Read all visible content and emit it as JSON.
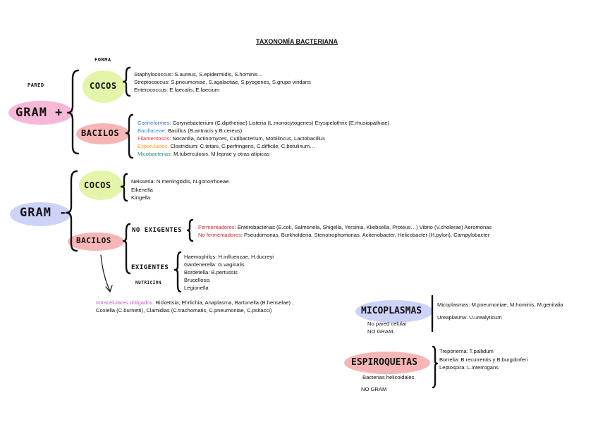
{
  "title": "TAXONOMÍA BACTERIANA",
  "labels": {
    "forma": "FORMA",
    "pared": "PARED",
    "nutricion": "NUTRICIÓN"
  },
  "gram_pos": {
    "label": "GRAM +",
    "cocos": {
      "label": "COCOS",
      "lines": [
        "Staphylococcus: S.aureus, S.epidermidis, S.hominis…",
        "Streptococcus: S.pneumoniae, S.agalactiae, S.pyogenes, S.grupo viridans",
        "Enterococcus: E.faecalis, E.faecium"
      ]
    },
    "bacilos": {
      "label": "BACILOS",
      "groups": [
        {
          "name": "Corineformes:",
          "color": "#3a72c4",
          "text": "Corynebacterium (C.diptheriae) Listeria (L.monocytogenes)  Erysipelothrix (E.rhusiopathiae)"
        },
        {
          "name": "Bacillaceae:",
          "color": "#3a8fd6",
          "text": "Bacillus (B.antracis y B.cereus)"
        },
        {
          "name": "Filamentosos:",
          "color": "#e0343d",
          "text": "Nocardia, Actinomyces, Cutibacterium, Mobilincus, Lactobacillus"
        },
        {
          "name": "Esporulados:",
          "color": "#f0a030",
          "text": "Clostridium: C.tetani, C.perfringens, C.difficile, C.botulinum…"
        },
        {
          "name": "Micobacterias:",
          "color": "#2d8f6a",
          "text": "M.tuberculosis, M.leprae y otras atípicas"
        }
      ]
    }
  },
  "gram_neg": {
    "label": "GRAM -",
    "cocos": {
      "label": "COCOS",
      "lines": [
        "Neisseria: N.meningitidis, N.gonorrhoeae",
        "Eikenella",
        "Kingella"
      ]
    },
    "bacilos": {
      "label": "BACILOS",
      "no_exigentes": {
        "label": "NO EXIGENTES",
        "groups": [
          {
            "name": "Fermentadores:",
            "color": "#d8262e",
            "text": "Enterobacterias (E.coli, Salmonela, Shigella, Yersinia, Kliebsella, Proteus…) Vibrio (V.cholerae) Aeromonas"
          },
          {
            "name": "No fermentadores:",
            "color": "#d8262e",
            "text": "Pseudomonas, Burkholderia, Stenotrophomonas, Acitenobacter, Helicobacter (H.pylori), Campylobacter"
          }
        ]
      },
      "exigentes": {
        "label": "EXIGENTES",
        "lines": [
          "Haemophilus: H.influenzae, H.ducreyi",
          "Gardenerella: G.vaginalis",
          "Bordetella: B.pertussis",
          "Brucellosis",
          "Legionella"
        ]
      },
      "intracelulares": {
        "name": "Intracelulares obligados:",
        "color": "#c05ac8",
        "line1": "Rickettsia, Ehrlichia, Anaplasma, Bartonella (B.henselae) ,",
        "line2": "Coxiella (C.burnetti), Clamidias (C.trachomatis, C.pneumoniae, C.psitacci)"
      }
    }
  },
  "micoplasmas": {
    "label": "MICOPLASMAS",
    "sub": [
      "No pared celular",
      "NO GRAM"
    ],
    "lines": [
      "Micoplasmas: M.pneumoniae, M.hominis, M.genitalia",
      "Ureaplasma: U.urealyticum"
    ]
  },
  "espiroquetas": {
    "label": "ESPIROQUETAS",
    "sub": [
      "Bacterias helicoidales",
      "NO GRAM"
    ],
    "lines": [
      "Treponema: T.pallidum",
      "Borrelia: B.recurrentis y B.burgdorferi",
      "Leptospira: L.interrogans"
    ]
  },
  "colors": {
    "pink": "#f7b8d8",
    "green": "#e3f5a8",
    "salmon": "#f7b6b6",
    "lavender": "#cdd2f7"
  }
}
